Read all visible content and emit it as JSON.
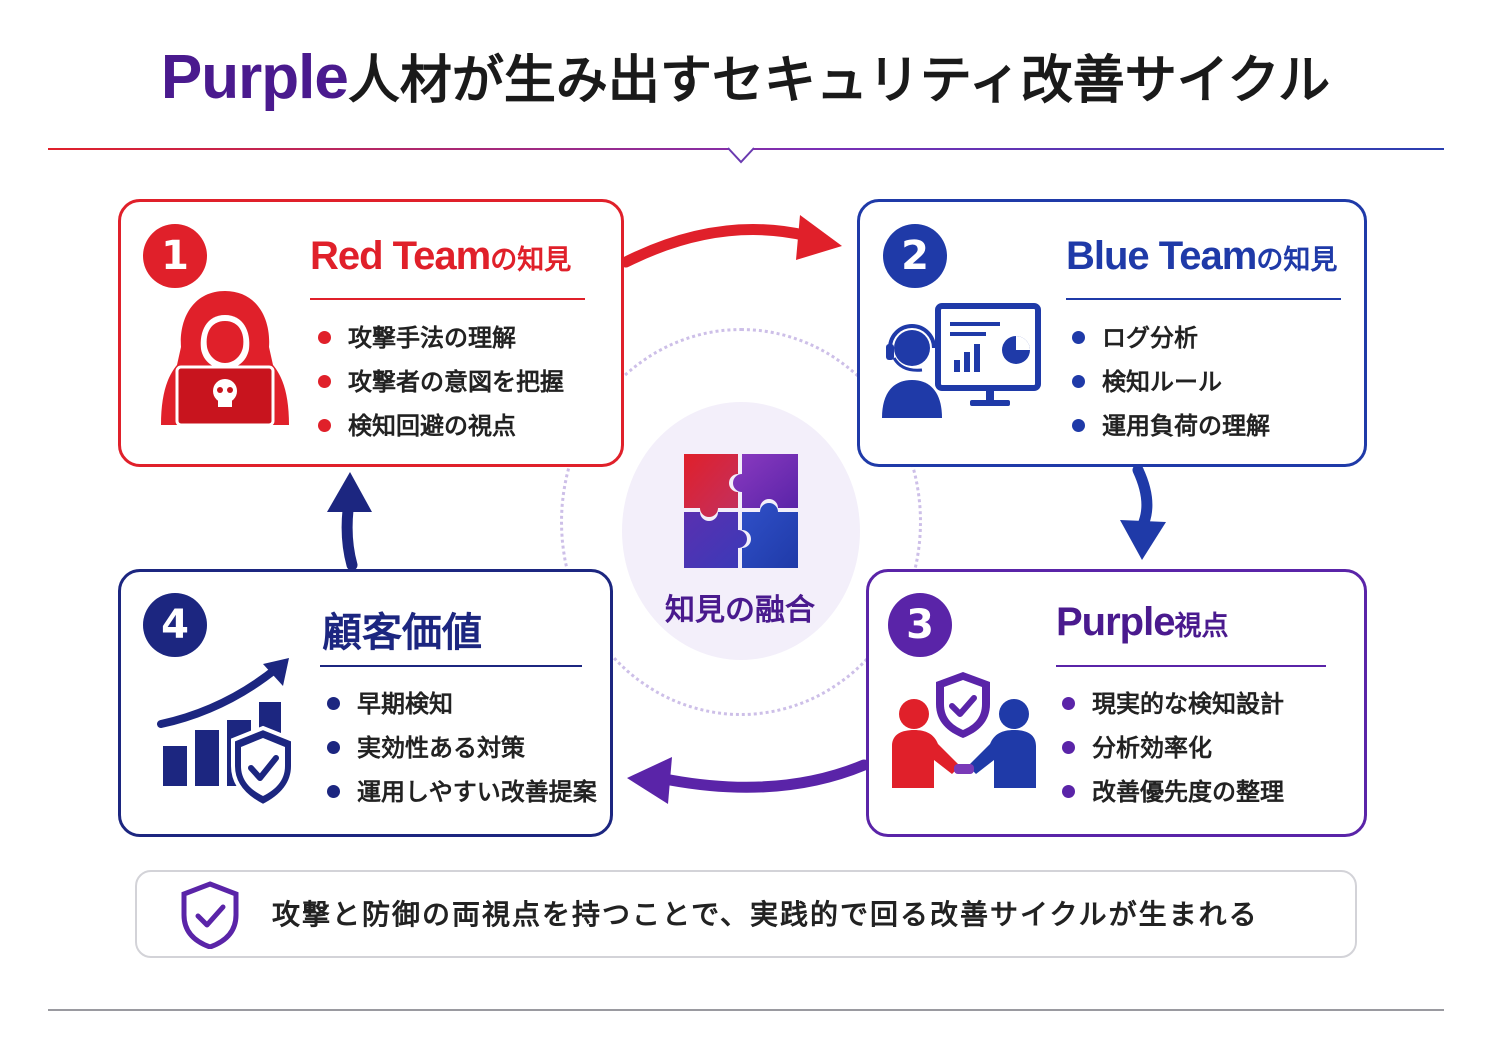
{
  "title": {
    "accent": "Purple",
    "rest": "人材が生み出すセキュリティ改善サイクル"
  },
  "colors": {
    "red": "#e0202a",
    "blue": "#1f3aa8",
    "purple": "#5a24a8",
    "navy": "#1c2680"
  },
  "steps": {
    "red": {
      "number": "1",
      "heading_en": "Red Team",
      "heading_jp": "の知見",
      "icon": "hacker-icon",
      "items": [
        "攻撃手法の理解",
        "攻撃者の意図を把握",
        "検知回避の視点"
      ]
    },
    "blue": {
      "number": "2",
      "heading_en": "Blue Team",
      "heading_jp": "の知見",
      "icon": "analyst-monitor-icon",
      "items": [
        "ログ分析",
        "検知ルール",
        "運用負荷の理解"
      ]
    },
    "purple": {
      "number": "3",
      "heading_en": "Purple",
      "heading_jp": "視点",
      "icon": "handshake-shield-icon",
      "items": [
        "現実的な検知設計",
        "分析効率化",
        "改善優先度の整理"
      ]
    },
    "value": {
      "number": "4",
      "heading_jp": "顧客価値",
      "icon": "growth-chart-shield-icon",
      "items": [
        "早期検知",
        "実効性ある対策",
        "運用しやすい改善提案"
      ]
    }
  },
  "center": {
    "label": "知見の融合",
    "icon": "puzzle-icon"
  },
  "footer": {
    "text": "攻撃と防御の両視点を持つことで、実践的で回る改善サイクルが生まれる",
    "icon": "shield-check-icon"
  }
}
